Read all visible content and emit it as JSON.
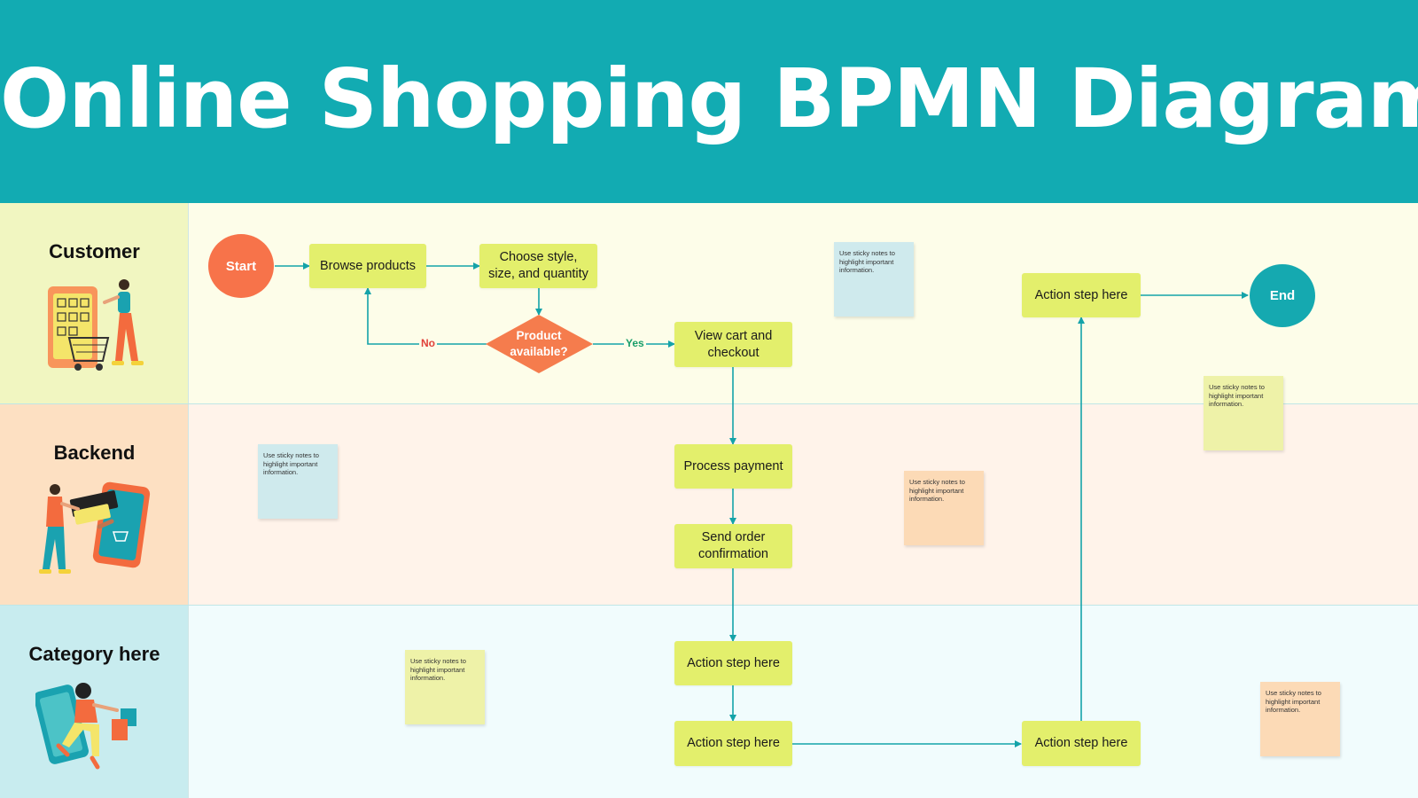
{
  "title": "Online Shopping BPMN Diagram",
  "colors": {
    "header": "#12abb2",
    "task": "#e3ef6c",
    "start": "#f7734a",
    "end": "#15a9b0",
    "gateway": "#f57c4d",
    "flow": "#14a3a9",
    "no_label": "#e0413a",
    "yes_label": "#1a9e6a"
  },
  "lanes": [
    {
      "name": "Customer",
      "illustration": "shopper-with-cart-illustration"
    },
    {
      "name": "Backend",
      "illustration": "card-payment-phone-illustration"
    },
    {
      "name": "Category here",
      "illustration": "shopper-with-bags-illustration"
    }
  ],
  "events": {
    "start": "Start",
    "end": "End"
  },
  "gateway": {
    "label": "Product available?",
    "no": "No",
    "yes": "Yes"
  },
  "tasks": {
    "browse": "Browse products",
    "choose": "Choose style, size, and quantity",
    "view_cart": "View cart and checkout",
    "action_top": "Action step here",
    "process_payment": "Process payment",
    "send_confirmation": "Send order confirmation",
    "action_1": "Action step here",
    "action_2": "Action step here",
    "action_3": "Action step here"
  },
  "notes": {
    "text": "Use sticky notes to highlight important information.",
    "colors": {
      "blue": "#cfeaed",
      "yellow": "#eef2a8",
      "orange": "#fcdab6"
    }
  }
}
